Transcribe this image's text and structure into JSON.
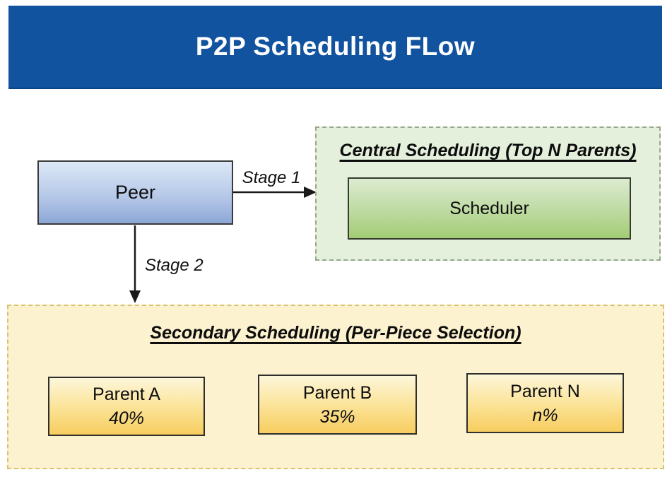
{
  "title_bar": {
    "title": "P2P Scheduling FLow"
  },
  "peer_box": {
    "label": "Peer"
  },
  "stage1": {
    "label": "Stage 1"
  },
  "stage2": {
    "label": "Stage 2"
  },
  "central_group": {
    "title": "Central Scheduling (Top N Parents)",
    "scheduler": {
      "label": "Scheduler"
    }
  },
  "secondary_group": {
    "title": "Secondary Scheduling (Per-Piece Selection)",
    "parents": [
      {
        "name": "Parent A",
        "share": "40%"
      },
      {
        "name": "Parent B",
        "share": "35%"
      },
      {
        "name": "Parent N",
        "share": "n%"
      }
    ]
  },
  "colors": {
    "header_bg": "#11539f",
    "header_text": "#ffffff",
    "peer_gradient_top": "#dce8f7",
    "peer_gradient_bottom": "#8ca7d6",
    "central_bg": "#e4efdc",
    "central_border": "#97a78e",
    "scheduler_gradient_top": "#dcebcf",
    "scheduler_gradient_bottom": "#a3cc74",
    "secondary_bg": "#fcf2cf",
    "secondary_border": "#d9c26f",
    "parent_gradient_top": "#fdf6da",
    "parent_gradient_bottom": "#f7cd5f",
    "arrow": "#1a1a1a"
  }
}
